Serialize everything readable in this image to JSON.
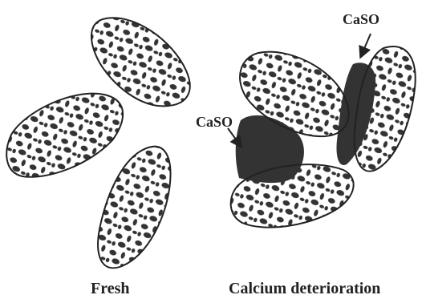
{
  "labels": {
    "fresh": "Fresh",
    "deterioration": "Calcium deterioration",
    "caso_top": "CaSO",
    "caso_left": "CaSO"
  },
  "colors": {
    "ink": "#2a2a2a",
    "deposit": "#333333",
    "background": "#ffffff"
  }
}
